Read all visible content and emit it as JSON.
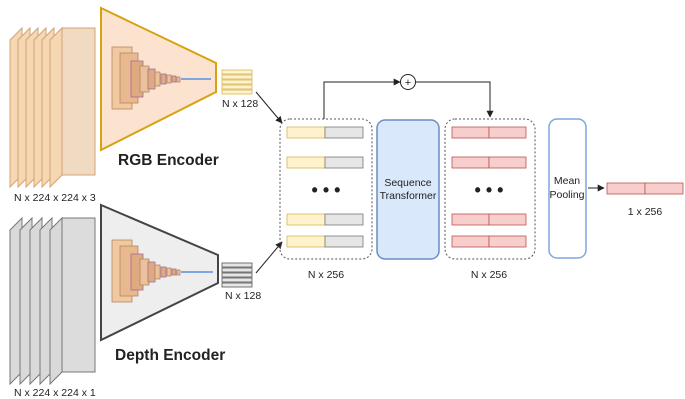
{
  "diagram": {
    "rgb_input_label": "N x 224 x 224 x 3",
    "depth_input_label": "N x 224 x 224 x 1",
    "rgb_encoder_label": "RGB Encoder",
    "depth_encoder_label": "Depth Encoder",
    "rgb_feature_label": "N x 128",
    "depth_feature_label": "N x 128",
    "concat_label": "N x 256",
    "transformer_label_line1": "Sequence",
    "transformer_label_line2": "Transformer",
    "output_seq_label": "N x 256",
    "pooling_label_line1": "Mean",
    "pooling_label_line2": "Pooling",
    "final_label": "1 x 256",
    "plus_symbol": "+",
    "ellipsis": "• • •",
    "colors": {
      "rgb_frame": "#f5d7b3",
      "rgb_frame_stroke": "#d4a373",
      "rgb_encoder_fill": "#fbe3cf",
      "rgb_encoder_stroke": "#d6a20f",
      "depth_frame": "#d9d9d9",
      "depth_frame_stroke": "#777777",
      "depth_encoder_fill": "#eeeeee",
      "depth_encoder_stroke": "#444444",
      "feature_yellow": "#fff2cc",
      "feature_gray": "#e6e6e6",
      "transformer_fill": "#dae8fc",
      "transformer_stroke": "#6c8ebf",
      "output_red": "#f8cecc",
      "output_red_stroke": "#b85450",
      "pooling_stroke": "#7ea6e0"
    }
  }
}
